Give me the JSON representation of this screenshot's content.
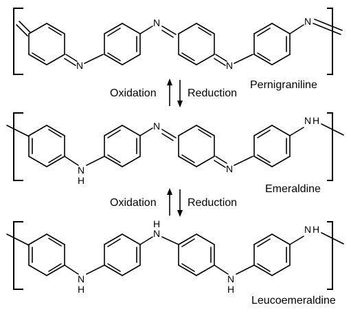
{
  "structures": [
    {
      "name": "Pernigraniline",
      "atoms": {
        "n1": "N",
        "n2": "N",
        "n3": "N",
        "n4": "N"
      }
    },
    {
      "name": "Emeraldine",
      "atoms": {
        "n1": "N",
        "h1": "H",
        "n2": "N",
        "n3": "N",
        "n4": "N",
        "h4": "H"
      }
    },
    {
      "name": "Leucoemeraldine",
      "atoms": {
        "n1": "N",
        "h1": "H",
        "n2": "N",
        "h2": "H",
        "n3": "N",
        "h3": "H",
        "n4": "N",
        "h4": "H"
      }
    }
  ],
  "transitions": [
    {
      "left": "Oxidation",
      "right": "Reduction"
    },
    {
      "left": "Oxidation",
      "right": "Reduction"
    }
  ],
  "colors": {
    "ink": "#000000",
    "background": "#ffffff"
  }
}
